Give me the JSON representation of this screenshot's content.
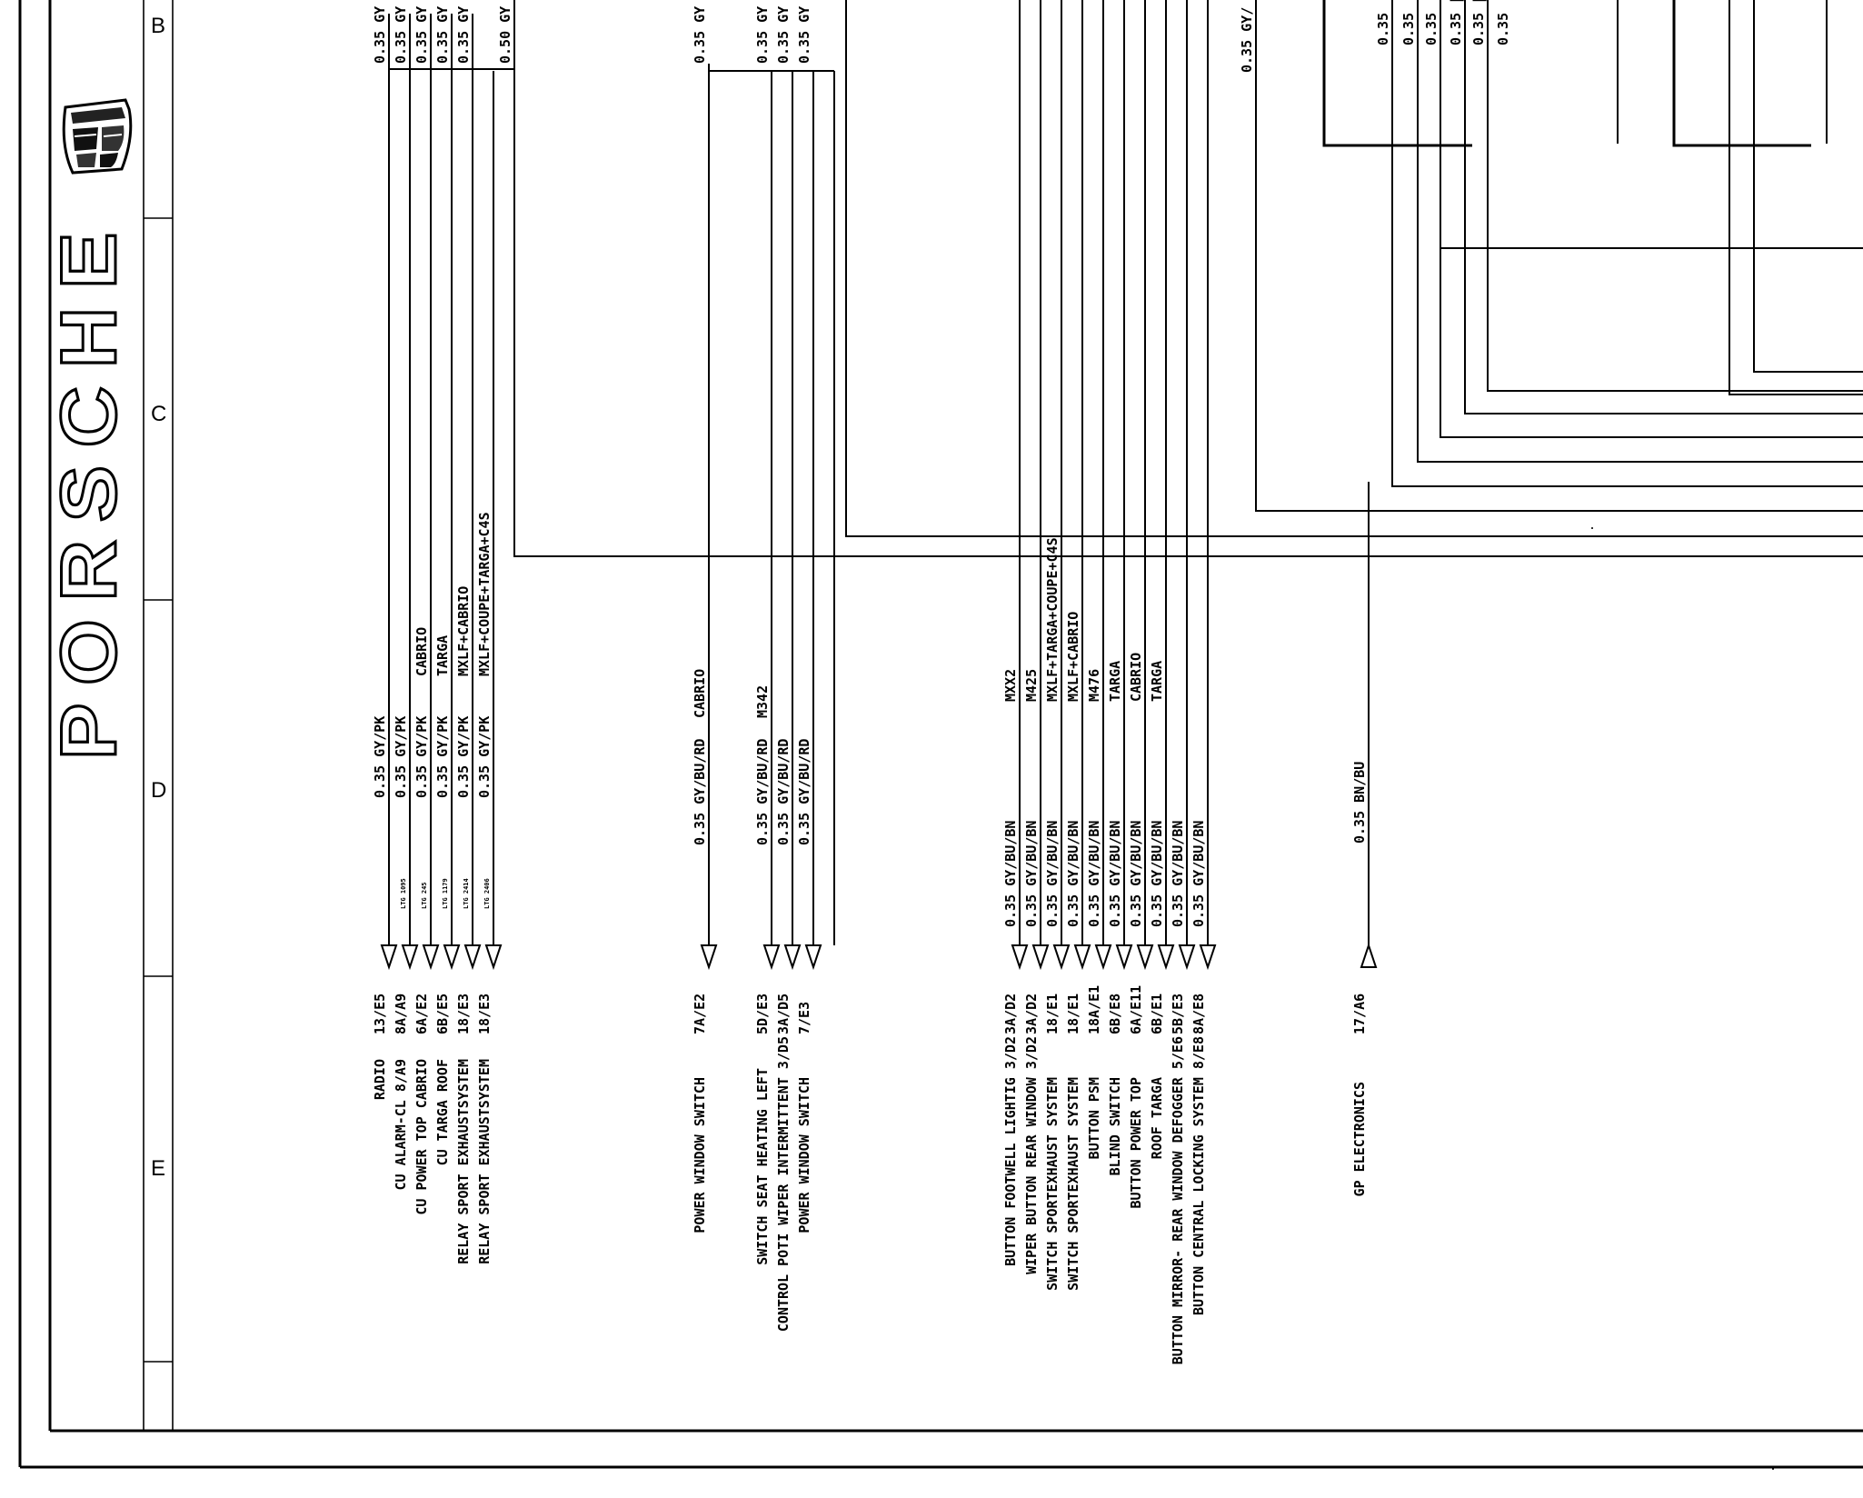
{
  "brand": {
    "logo_text": "PORSCHE"
  },
  "zones": [
    "B",
    "C",
    "D",
    "E"
  ],
  "groups": [
    {
      "id": "g1",
      "rows": [
        {
          "component": "RADIO",
          "ref": "13/E5",
          "ltg": "",
          "wire": "0.35 GY/PK",
          "variant": "",
          "top_wire": "0.35 GY"
        },
        {
          "component": "CU ALARM-CL  8/A9",
          "ref": "8A/A9",
          "ltg": "LTG 1095",
          "wire": "0.35 GY/PK",
          "variant": "",
          "top_wire": "0.35 GY"
        },
        {
          "component": "CU POWER TOP CABRIO",
          "ref": "6A/E2",
          "ltg": "LTG 245",
          "wire": "0.35 GY/PK",
          "variant": "CABRIO",
          "top_wire": "0.35 GY"
        },
        {
          "component": "CU TARGA ROOF",
          "ref": "6B/E5",
          "ltg": "LTG 1179",
          "wire": "0.35 GY/PK",
          "variant": "TARGA",
          "top_wire": "0.35 GY"
        },
        {
          "component": "RELAY SPORT EXHAUSTSYSTEM",
          "ref": "18/E3",
          "ltg": "LTG 2414",
          "wire": "0.35 GY/PK",
          "variant": "MXLF+CABRIO",
          "top_wire": "0.35 GY"
        },
        {
          "component": "RELAY SPORT EXHAUSTSYSTEM",
          "ref": "18/E3",
          "ltg": "LTG 2406",
          "wire": "0.35 GY/PK",
          "variant": "MXLF+COUPE+TARGA+C4S",
          "top_wire": ""
        }
      ],
      "main_wire": "0.50 GY"
    },
    {
      "id": "g2",
      "rows": [
        {
          "component": "POWER WINDOW SWITCH",
          "ref": "7A/E2",
          "ltg": "",
          "wire": "0.35 GY/BU/RD",
          "variant": "CABRIO",
          "top_wire": "0.35 GY"
        }
      ]
    },
    {
      "id": "g3",
      "rows": [
        {
          "component": "SWITCH SEAT HEATING LEFT",
          "ref": "5D/E3",
          "ltg": "",
          "wire": "0.35 GY/BU/RD",
          "variant": "M342",
          "top_wire": "0.35 GY"
        },
        {
          "component": "CONTROL  POTI WIPER INTERMITTENT   3/D5",
          "ref": "3A/D5",
          "ltg": "",
          "wire": "0.35 GY/BU/RD",
          "variant": "",
          "top_wire": "0.35 GY"
        },
        {
          "component": "POWER WINDOW SWITCH",
          "ref": "7/E3",
          "ltg": "",
          "wire": "0.35 GY/BU/RD",
          "variant": "",
          "top_wire": "0.35 GY"
        }
      ]
    },
    {
      "id": "g4",
      "rows": [
        {
          "component": "BUTTON FOOTWELL LIGHTIG   3/D2",
          "ref": "3A/D2",
          "ltg": "",
          "wire": "0.35 GY/BU/BN",
          "variant": "MXX2",
          "top_wire": ""
        },
        {
          "component": "WIPER BUTTON REAR WINDOW   3/D2",
          "ref": "3A/D2",
          "ltg": "",
          "wire": "0.35 GY/BU/BN",
          "variant": "M425",
          "top_wire": ""
        },
        {
          "component": "SWITCH SPORTEXHAUST SYSTEM",
          "ref": "18/E1",
          "ltg": "",
          "wire": "0.35 GY/BU/BN",
          "variant": "MXLF+TARGA+COUPE+C4S",
          "top_wire": ""
        },
        {
          "component": "SWITCH SPORTEXHAUST SYSTEM",
          "ref": "18/E1",
          "ltg": "",
          "wire": "0.35 GY/BU/BN",
          "variant": "MXLF+CABRIO",
          "top_wire": ""
        },
        {
          "component": "BUTTON PSM",
          "ref": "18A/E1",
          "ltg": "",
          "wire": "0.35 GY/BU/BN",
          "variant": "M476",
          "top_wire": ""
        },
        {
          "component": "BLIND SWITCH",
          "ref": "6B/E8",
          "ltg": "",
          "wire": "0.35 GY/BU/BN",
          "variant": "TARGA",
          "top_wire": ""
        },
        {
          "component": "BUTTON POWER TOP",
          "ref": "6A/E11",
          "ltg": "",
          "wire": "0.35 GY/BU/BN",
          "variant": "CABRIO",
          "top_wire": ""
        },
        {
          "component": "ROOF TARGA",
          "ref": "6B/E1",
          "ltg": "",
          "wire": "0.35 GY/BU/BN",
          "variant": "TARGA",
          "top_wire": ""
        },
        {
          "component": "BUTTON MIRROR- REAR WINDOW DEFOGGER 5/E6",
          "ref": "5B/E3",
          "ltg": "",
          "wire": "0.35 GY/BU/BN",
          "variant": "",
          "top_wire": ""
        },
        {
          "component": "BUTTON CENTRAL LOCKING SYSTEM  8/E8",
          "ref": "8A/E8",
          "ltg": "",
          "wire": "0.35 GY/BU/BN",
          "variant": "",
          "top_wire": ""
        }
      ],
      "main_wire": "0.35 GY/"
    },
    {
      "id": "g5",
      "rows": [
        {
          "component": "GP ELECTRONICS",
          "ref": "17/A6",
          "ltg": "",
          "wire": "0.35 BN/BU",
          "variant": "",
          "top_wire": ""
        }
      ]
    }
  ],
  "box_labels": [
    "0.35",
    "0.35",
    "0.35",
    "0.35 |",
    "0.35 |",
    "0.35"
  ]
}
